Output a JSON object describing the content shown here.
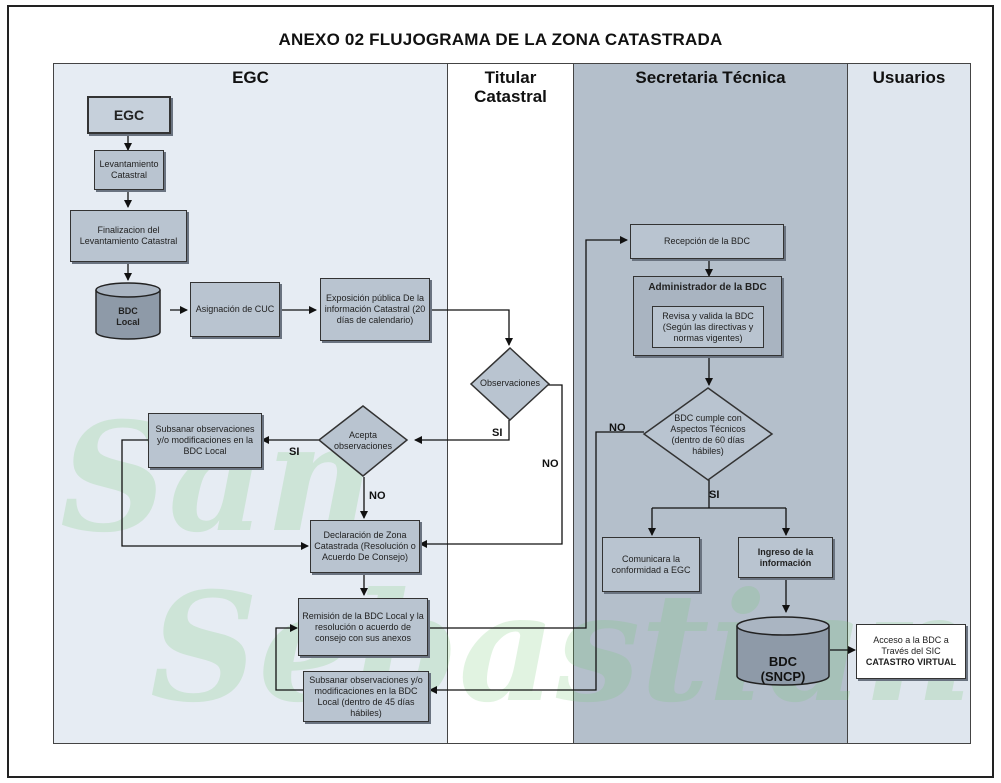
{
  "title": "ANEXO 02 FLUJOGRAMA DE LA ZONA CATASTRADA",
  "lanes": {
    "egc": "EGC",
    "titular": "Titular Catastral",
    "secretaria": "Secretaria Técnica",
    "usuarios": "Usuarios"
  },
  "nodes": {
    "egc_start": "EGC",
    "levantamiento": "Levantamiento Catastral",
    "finalizacion": "Finalizacion del Levantamiento Catastral",
    "bdc_local": "BDC Local",
    "asignacion_cuc": "Asignación de CUC",
    "exposicion": "Exposición pública De la información Catastral (20 días de calendario)",
    "observaciones": "Observaciones",
    "acepta": "Acepta observaciones",
    "subsanar1": "Subsanar observaciones y/o modificaciones en la BDC Local",
    "declaracion": "Declaración de Zona Catastrada (Resolución o Acuerdo De Consejo)",
    "remision": "Remisión de la BDC Local y la resolución o acuerdo de consejo con sus anexos",
    "subsanar2": "Subsanar observaciones y/o modificaciones en la BDC Local (dentro de 45 días hábiles)",
    "recepcion": "Recepción de la BDC",
    "admin_title": "Administrador de la BDC",
    "revisa": "Revisa y valida la BDC (Según las directivas y normas vigentes)",
    "cumple": "BDC cumple con Aspectos Técnicos (dentro de 60 días hábiles)",
    "comunicara": "Comunicara la conformidad a EGC",
    "ingreso": "Ingreso de la información",
    "bdc_sncp": "BDC (SNCP)",
    "acceso": "Acceso a la BDC a Través del SIC",
    "catastro_virtual": "CATASTRO VIRTUAL"
  },
  "edge_labels": {
    "si_obs": "SI",
    "no_obs": "NO",
    "si_acepta": "SI",
    "no_acepta": "NO",
    "no_cumple": "NO",
    "si_cumple": "SI"
  },
  "watermark": [
    "San",
    "Sebastian"
  ],
  "colors": {
    "box_fill": "#b9c4d0",
    "lane_light": "#e8eef5",
    "lane_dark": "#b6c0cc",
    "lane_white": "#ffffff"
  }
}
